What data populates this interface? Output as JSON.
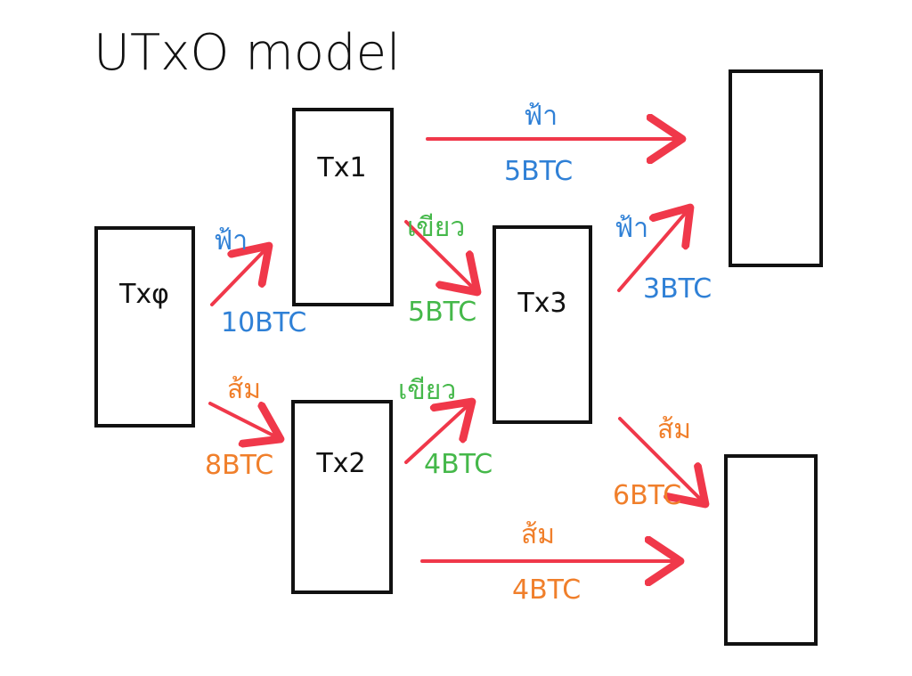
{
  "title": "UTxO model",
  "colors": {
    "line": "#f0384a",
    "blue": "#2f80d6",
    "green": "#45b84a",
    "orange": "#f07f2b",
    "ink": "#111111"
  },
  "boxes": {
    "tx0": "Txφ",
    "tx1": "Tx1",
    "tx2": "Tx2",
    "tx3": "Tx3",
    "out_top": "",
    "out_bottom": ""
  },
  "edges": [
    {
      "owner": "ฟ้า",
      "amount": "10BTC",
      "color": "blue"
    },
    {
      "owner": "ส้ม",
      "amount": "8BTC",
      "color": "orange"
    },
    {
      "owner": "ฟ้า",
      "amount": "5BTC",
      "color": "blue"
    },
    {
      "owner": "เขียว",
      "amount": "5BTC",
      "color": "green"
    },
    {
      "owner": "เขียว",
      "amount": "4BTC",
      "color": "green"
    },
    {
      "owner": "ส้ม",
      "amount": "4BTC",
      "color": "orange"
    },
    {
      "owner": "ฟ้า",
      "amount": "3BTC",
      "color": "blue"
    },
    {
      "owner": "ส้ม",
      "amount": "6BTC",
      "color": "orange"
    }
  ]
}
